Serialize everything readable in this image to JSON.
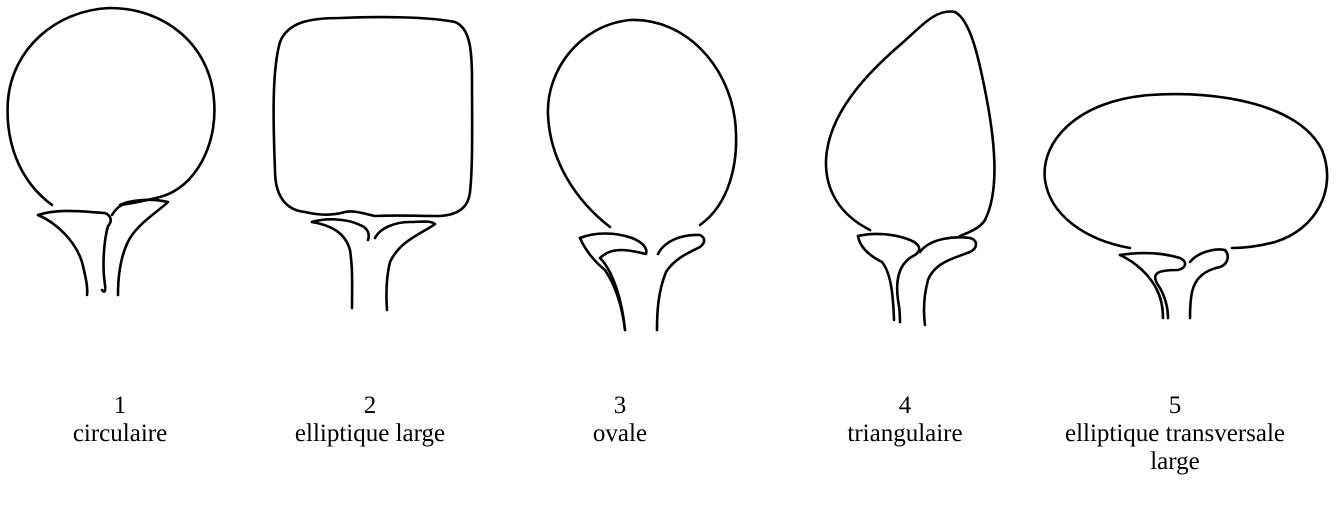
{
  "shapes": [
    {
      "number": "1",
      "name": "circulaire",
      "name_line2": ""
    },
    {
      "number": "2",
      "name": "elliptique large",
      "name_line2": ""
    },
    {
      "number": "3",
      "name": "ovale",
      "name_line2": ""
    },
    {
      "number": "4",
      "name": "triangulaire",
      "name_line2": ""
    },
    {
      "number": "5",
      "name": "elliptique transversale",
      "name_line2": "large"
    }
  ]
}
